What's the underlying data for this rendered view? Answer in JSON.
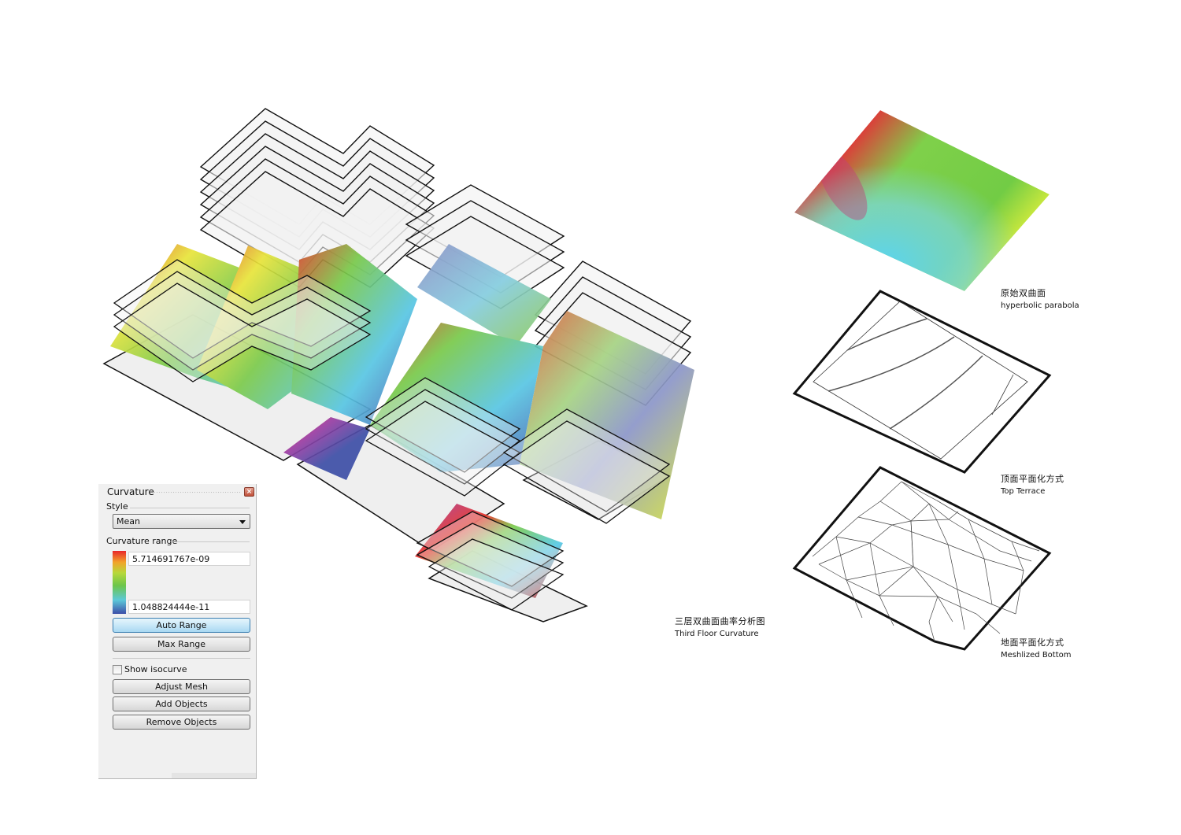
{
  "main_diagram": {
    "caption_zh": "三层双曲面曲率分析图",
    "caption_en": "Third Floor Curvature",
    "description": "Axonometric stack of floor-plate outlines with colored mean-curvature analysis on third floor surfaces"
  },
  "curvature_panel": {
    "title": "Curvature",
    "close_icon": "close-icon",
    "style_label": "Style",
    "style_value": "Mean",
    "range_label": "Curvature range",
    "max_value": "5.714691767e-09",
    "min_value": "1.048824444e-11",
    "auto_range_label": "Auto Range",
    "max_range_label": "Max Range",
    "show_isocurve_label": "Show isocurve",
    "show_isocurve_checked": false,
    "adjust_mesh_label": "Adjust Mesh",
    "add_objects_label": "Add Objects",
    "remove_objects_label": "Remove Objects",
    "ramp_colors": [
      "#e8262a",
      "#f2a32a",
      "#b7d83a",
      "#6cc54a",
      "#5cc8d8",
      "#3d4ea8"
    ]
  },
  "side_panels": [
    {
      "caption_zh": "原始双曲面",
      "caption_en": "hyperbolic parabola"
    },
    {
      "caption_zh": "顶面平面化方式",
      "caption_en": "Top Terrace"
    },
    {
      "caption_zh": "地面平面化方式",
      "caption_en": "Meshlized Bottom"
    }
  ]
}
